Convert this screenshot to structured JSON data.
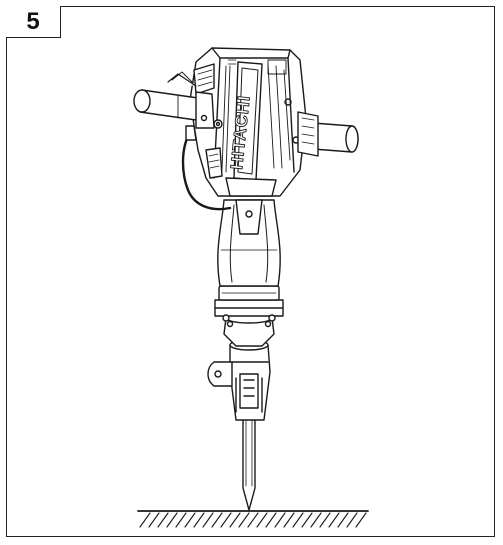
{
  "figure": {
    "number": "5",
    "brand_logo": "HITACHI"
  },
  "illustration": {
    "subject": "demolition-hammer",
    "tool": "moil-point-chisel",
    "surface": "hatched-ground"
  }
}
